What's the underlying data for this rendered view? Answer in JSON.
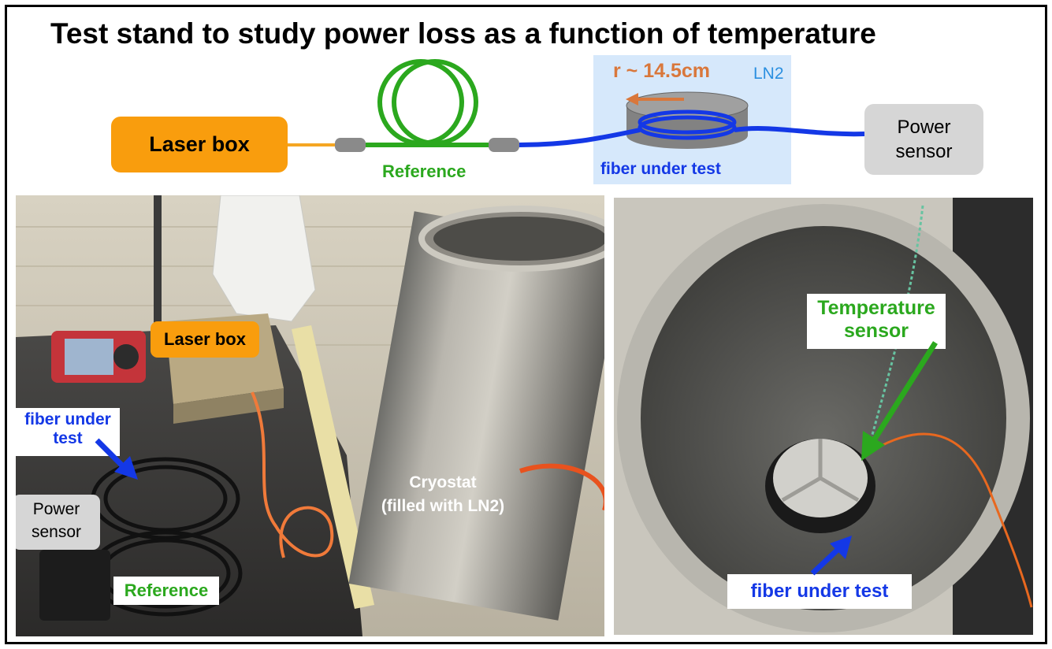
{
  "title": "Test stand to study power loss as a function of temperature",
  "schematic": {
    "laser_box": "Laser box",
    "reference": "Reference",
    "fiber_under_test": "fiber under test",
    "radius": "r ~ 14.5cm",
    "ln2": "LN2",
    "power_sensor": "Power\nsensor"
  },
  "left_photo": {
    "laser_box": "Laser box",
    "fiber_under_test": "fiber under\ntest",
    "power_sensor": "Power\nsensor",
    "reference": "Reference",
    "cryostat": "Cryostat\n(filled with LN2)"
  },
  "right_photo": {
    "temperature_sensor": "Temperature\nsensor",
    "fiber_under_test": "fiber under test"
  },
  "colors": {
    "laser_orange": "#f99d0d",
    "reference_green": "#2ba81e",
    "fiber_blue": "#1438e6",
    "radius_orange": "#d9773b",
    "ln2_fill": "#d6e8fb",
    "power_sensor_gray": "#d6d6d6"
  }
}
